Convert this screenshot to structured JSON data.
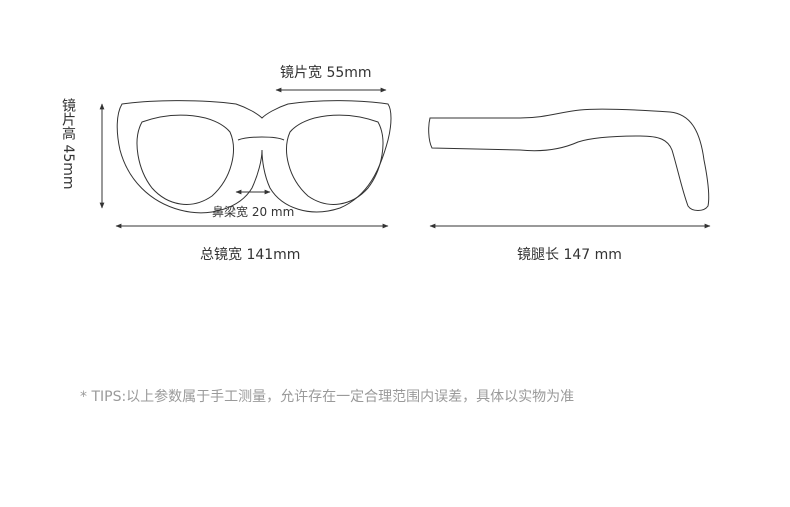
{
  "labels": {
    "lens_width": "镜片宽 55mm",
    "lens_height": "镜片高 45mm",
    "bridge_width": "鼻梁宽 20 mm",
    "total_width": "总镜宽 141mm",
    "temple_length": "镜腿长 147 mm"
  },
  "tips": "* TIPS:以上参数属于手工测量，允许存在一定合理范围内误差，具体以实物为准",
  "colors": {
    "stroke": "#333333",
    "tips_text": "#9a9a9a",
    "background": "#ffffff"
  }
}
